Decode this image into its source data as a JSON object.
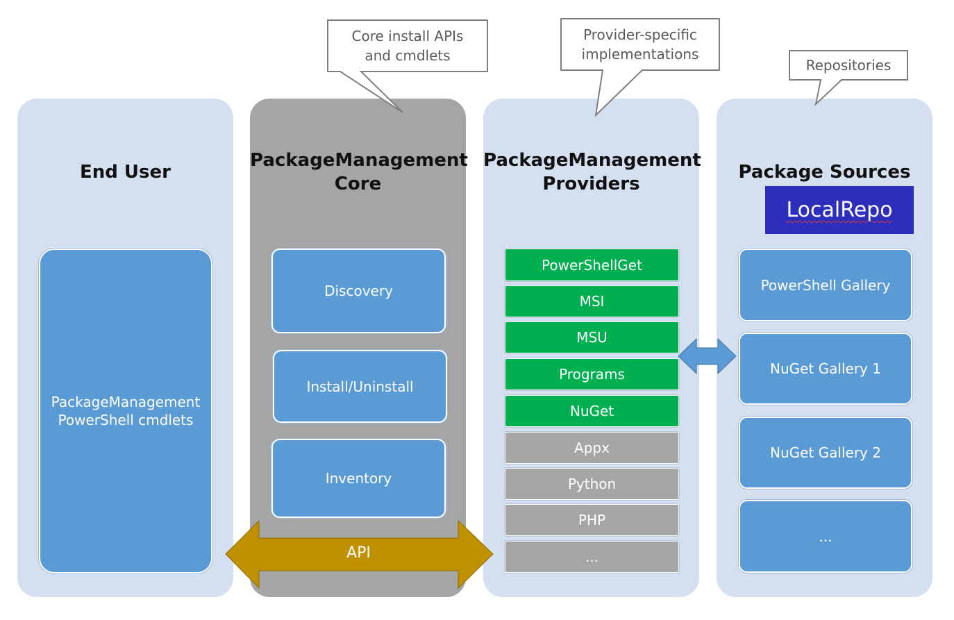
{
  "callouts": {
    "core": [
      "Core install APIs",
      "and cmdlets"
    ],
    "providers": [
      "Provider-specific",
      "implementations"
    ],
    "repos": [
      "Repositories"
    ]
  },
  "columns": {
    "end_user": {
      "title": "End User",
      "box": [
        "PackageManagement",
        "PowerShell cmdlets"
      ]
    },
    "core": {
      "title": [
        "PackageManagement",
        "Core"
      ],
      "items": [
        "Discovery",
        "Install/Uninstall",
        "Inventory"
      ]
    },
    "providers": {
      "title": [
        "PackageManagement",
        "Providers"
      ],
      "active": [
        "PowerShellGet",
        "MSI",
        "MSU",
        "Programs",
        "NuGet"
      ],
      "inactive": [
        "Appx",
        "Python",
        "PHP",
        "..."
      ]
    },
    "sources": {
      "title": "Package Sources",
      "items": [
        "PowerShell Gallery",
        "NuGet Gallery 1",
        "NuGet Gallery 2",
        "..."
      ]
    }
  },
  "local_repo": "LocalRepo",
  "api_label": "API",
  "colors": {
    "column_bg": "#d4dff0",
    "core_bg": "#a5a5a5",
    "box_blue": "#5b9bd5",
    "provider_green": "#00b050",
    "provider_gray": "#a5a5a5",
    "api_arrow": "#bf9000",
    "local_repo_bg": "#2e2ebc"
  }
}
